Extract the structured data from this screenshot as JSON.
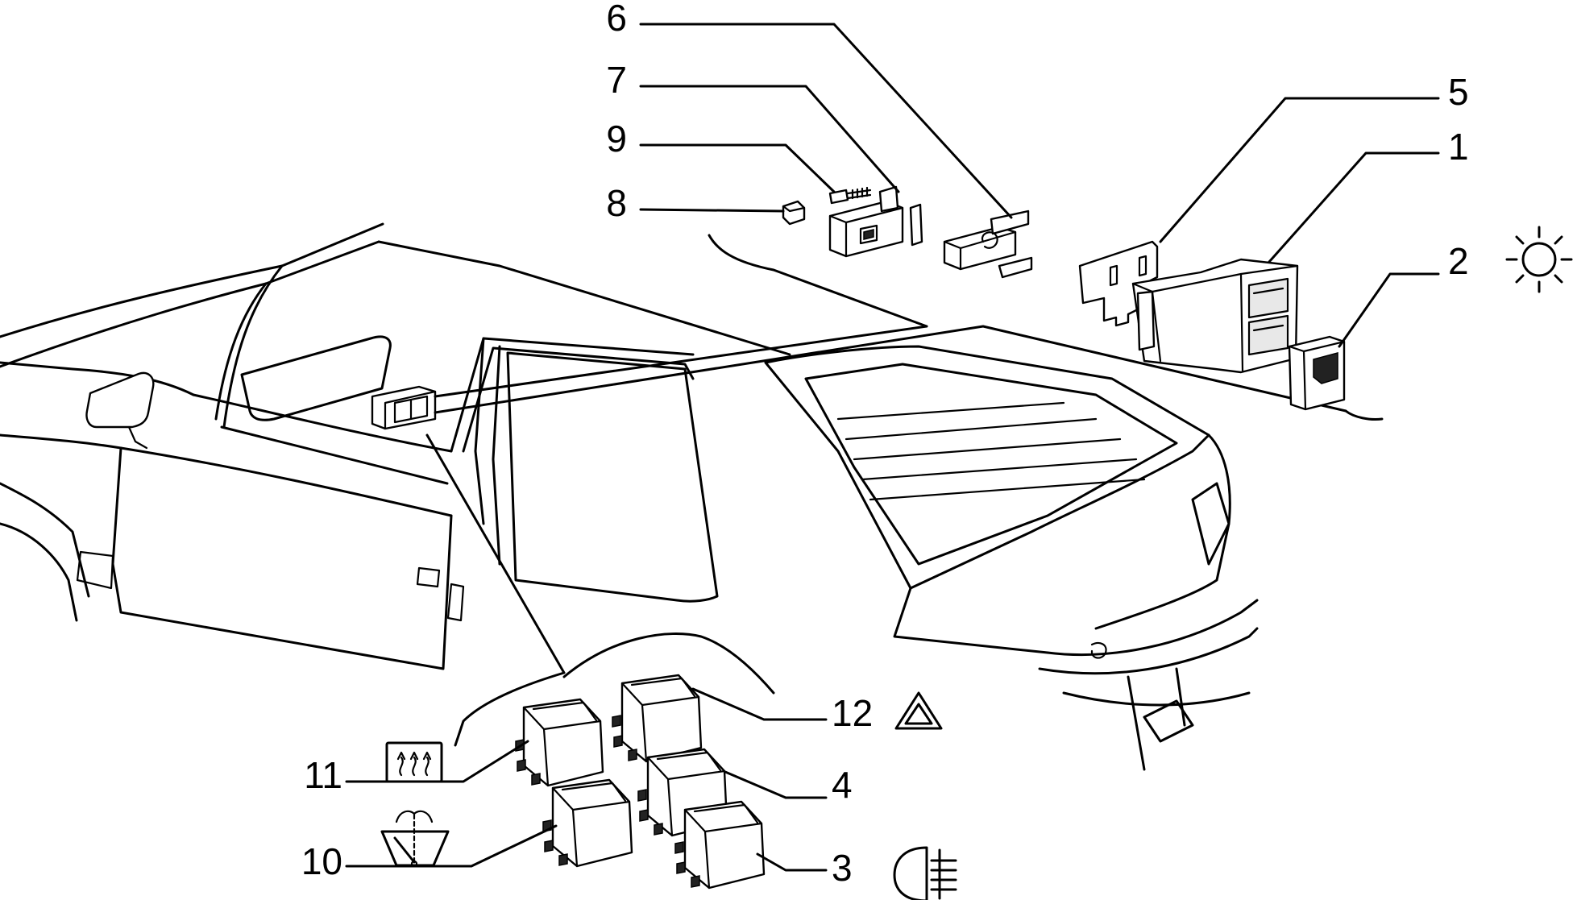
{
  "diagram": {
    "callouts": [
      {
        "id": "c1",
        "label": "1"
      },
      {
        "id": "c2",
        "label": "2"
      },
      {
        "id": "c3",
        "label": "3"
      },
      {
        "id": "c4",
        "label": "4"
      },
      {
        "id": "c5",
        "label": "5"
      },
      {
        "id": "c6",
        "label": "6"
      },
      {
        "id": "c7",
        "label": "7"
      },
      {
        "id": "c8",
        "label": "8"
      },
      {
        "id": "c9",
        "label": "9"
      },
      {
        "id": "c10",
        "label": "10"
      },
      {
        "id": "c11",
        "label": "11"
      },
      {
        "id": "c12",
        "label": "12"
      }
    ],
    "icons": [
      {
        "callout": "2",
        "icon": "interior-light-icon"
      },
      {
        "callout": "3",
        "icon": "rear-fog-light-icon"
      },
      {
        "callout": "10",
        "icon": "windscreen-washer-icon"
      },
      {
        "callout": "11",
        "icon": "rear-window-heater-icon"
      },
      {
        "callout": "12",
        "icon": "hazard-warning-icon"
      }
    ]
  }
}
